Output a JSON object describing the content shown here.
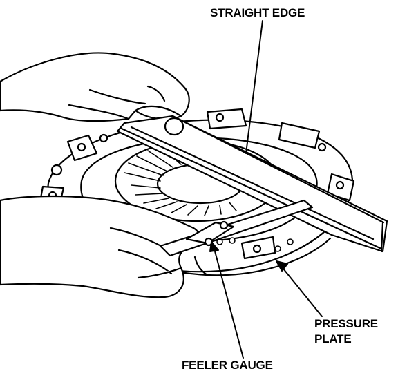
{
  "callouts": {
    "straight_edge": "STRAIGHT EDGE",
    "pressure_plate": [
      "PRESSURE",
      "PLATE"
    ],
    "feeler_gauge": "FEELER GAUGE"
  }
}
